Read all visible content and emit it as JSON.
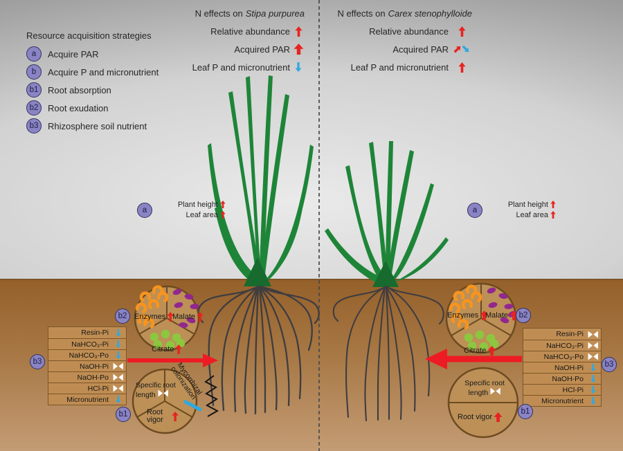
{
  "legend": {
    "title": "Resource acquisition strategies",
    "items": [
      {
        "badge": "a",
        "label": "Acquire PAR"
      },
      {
        "badge": "b",
        "label": "Acquire P and micronutrient"
      },
      {
        "badge": "b1",
        "label": "Root absorption"
      },
      {
        "badge": "b2",
        "label": "Root exudation"
      },
      {
        "badge": "b3",
        "label": "Rhizosphere soil nutrient"
      }
    ]
  },
  "panels": [
    {
      "side": "left",
      "title_prefix": "N effects on",
      "species": "Stipa purpurea",
      "effects": [
        {
          "label": "Relative abundance",
          "trend": "up"
        },
        {
          "label": "Acquired PAR",
          "trend": "up-bold"
        },
        {
          "label": "Leaf P and micronutrient",
          "trend": "down"
        }
      ],
      "canopy": {
        "badge": "a",
        "lines": [
          {
            "label": "Plant height",
            "trend": "up"
          },
          {
            "label": "Leaf area",
            "trend": "up"
          }
        ]
      },
      "exudation": {
        "badge": "b2",
        "sectors": [
          {
            "label": "Enzymes",
            "trend": "up"
          },
          {
            "label": "Malate",
            "trend": "up"
          },
          {
            "label": "Citrate",
            "trend": "up"
          }
        ]
      },
      "absorption": {
        "badge": "b1",
        "items": [
          {
            "label": "Specific root length",
            "trend": "no-change"
          },
          {
            "label": "Mycorrhizal colonization",
            "trend": "down"
          },
          {
            "label": "Root vigor",
            "trend": "up"
          }
        ]
      },
      "rhizosphere": {
        "badge": "b3",
        "rows": [
          {
            "label": "Resin-Pi",
            "trend": "down"
          },
          {
            "label": "NaHCO₃-Pi",
            "trend": "down"
          },
          {
            "label": "NaHCO₃-Po",
            "trend": "down"
          },
          {
            "label": "NaOH-Pi",
            "trend": "no-change"
          },
          {
            "label": "NaOH-Po",
            "trend": "no-change"
          },
          {
            "label": "HCl-Pi",
            "trend": "no-change"
          },
          {
            "label": "Micronutrient",
            "trend": "down"
          }
        ]
      }
    },
    {
      "side": "right",
      "title_prefix": "N effects on",
      "species": "Carex stenophylloide",
      "effects": [
        {
          "label": "Relative abundance",
          "trend": "up"
        },
        {
          "label": "Acquired PAR",
          "trend": "up-down"
        },
        {
          "label": "Leaf P and micronutrient",
          "trend": "up"
        }
      ],
      "canopy": {
        "badge": "a",
        "lines": [
          {
            "label": "Plant height",
            "trend": "up"
          },
          {
            "label": "Leaf area",
            "trend": "up"
          }
        ]
      },
      "exudation": {
        "badge": "b2",
        "sectors": [
          {
            "label": "Enzymes",
            "trend": "up-bold"
          },
          {
            "label": "Malate",
            "trend": "up-bold"
          },
          {
            "label": "Citrate",
            "trend": "up-bold"
          }
        ]
      },
      "absorption": {
        "badge": "b1",
        "items": [
          {
            "label": "Specific root length",
            "trend": "no-change"
          },
          {
            "label": "Root vigor",
            "trend": "up-bold"
          }
        ]
      },
      "rhizosphere": {
        "badge": "b3",
        "rows": [
          {
            "label": "Resin-Pi",
            "trend": "no-change"
          },
          {
            "label": "NaHCO₃-Pi",
            "trend": "no-change"
          },
          {
            "label": "NaHCO₃-Po",
            "trend": "no-change"
          },
          {
            "label": "NaOH-Pi",
            "trend": "down"
          },
          {
            "label": "NaOH-Po",
            "trend": "down"
          },
          {
            "label": "HCl-Pi",
            "trend": "down"
          },
          {
            "label": "Micronutrient",
            "trend": "down"
          }
        ]
      }
    }
  ],
  "colors": {
    "increase": "#e8231f",
    "decrease": "#2fa8e0",
    "no_change": "#ffffff",
    "badge": "#8a84c4",
    "leaf_green": "#1e8538",
    "soil_arrow": "#ed1c24"
  }
}
